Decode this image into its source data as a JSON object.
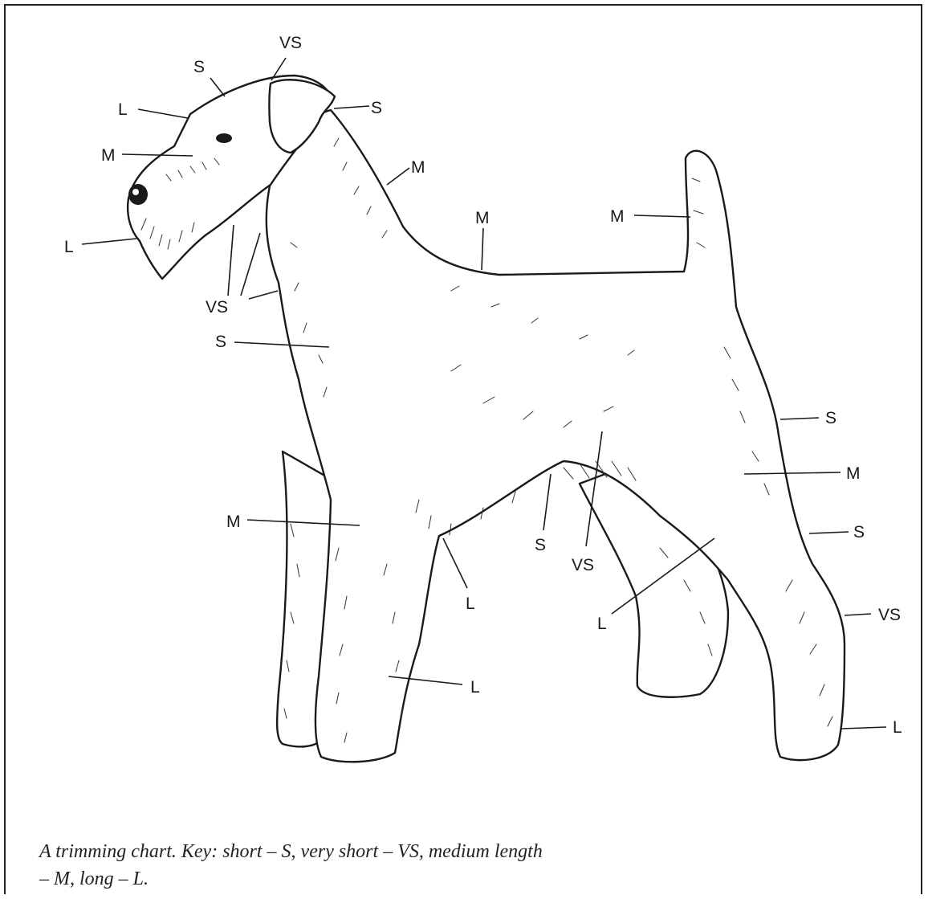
{
  "labels": {
    "head_top_s": "S",
    "ear_vs": "VS",
    "brow_l": "L",
    "foreface_m": "M",
    "beard_l": "L",
    "ear_back_s": "S",
    "neck_m": "M",
    "back_m": "M",
    "tail_m": "M",
    "throat_vs": "VS",
    "chest_s": "S",
    "elbow_m": "M",
    "underbody_s": "S",
    "belly_vs": "VS",
    "brisket_l": "L",
    "stifle_l": "L",
    "foreleg_l": "L",
    "rump_s": "S",
    "thigh_m": "M",
    "hock_s": "S",
    "hock_vs": "VS",
    "hindfoot_l": "L"
  },
  "caption": {
    "line1": "A trimming chart. Key: short – S, very short – VS, medium length",
    "line2": "– M, long – L."
  }
}
